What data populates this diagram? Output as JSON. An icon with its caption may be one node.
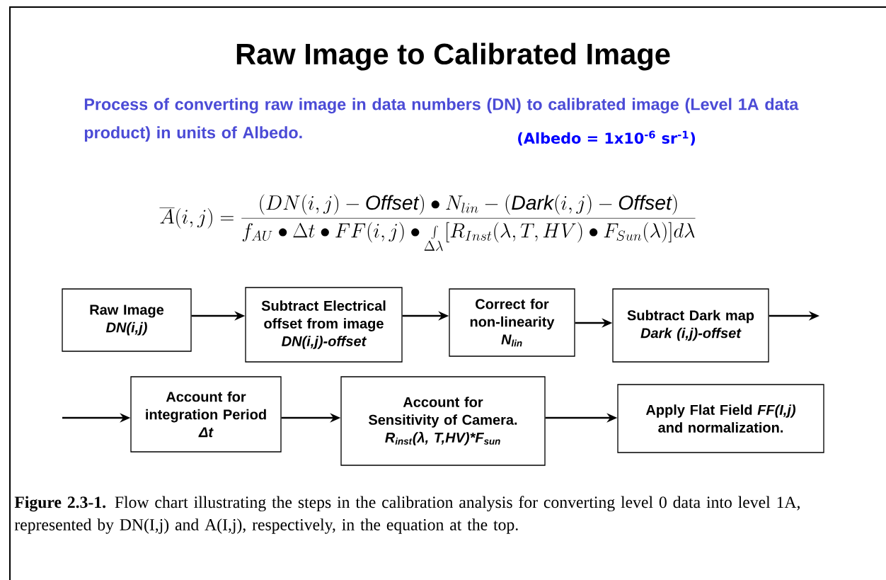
{
  "diagram": {
    "title": "Raw Image to Calibrated Image",
    "caption": "**Figure 2.3-1.** Flow chart illustrating the steps in the calibration analysis for converting level 0 data into level 1A, represented by DN(I,j) and A(I,j), respectively, in the equation at the top.",
    "nodes": [
      {
        "text": [
          "Raw Image",
          "DN(i,j)"
        ]
      },
      {
        "text": [
          "Subtract Electrical offset from image",
          "DN(i,j)-offset"
        ]
      },
      {
        "text": [
          "Correct for non-linearity",
          "N$_{lin}$"
        ]
      },
      {
        "text": [
          "Subtract Dark map",
          "Dark (i,j)-offset"
        ]
      },
      {
        "text": [
          "Account for integration Period",
          "Δt"
        ]
      },
      {
        "text": [
          "Account for Sensitivity of Camera.",
          "R$_{inst}$(λ, T,HV)*F$_{sun}$"
        ]
      },
      {
        "text": [
          "Apply Flat Field *FF(I,j)* and normalization."
        ]
      }
    ],
    "edges": [
      {
        "from": 0,
        "to": 1,
        "arrow": "to"
      },
      {
        "from": 1,
        "to": 2,
        "arrow": "to"
      },
      {
        "from": 2,
        "to": 3,
        "arrow": "to"
      },
      {
        "from": 3,
        "to": null,
        "arrow": "to"
      },
      {
        "from": null,
        "to": 4,
        "arrow": "to"
      },
      {
        "from": 4,
        "to": 5,
        "arrow": "to"
      },
      {
        "from": 5,
        "to": 6,
        "arrow": "to"
      }
    ],
    "labels": [
      "Process of converting raw image in data numbers (DN) to calibrated image (Level 1A data product) in units of Albedo.",
      "(Albedo = 1x10$^{-6}$ sr$^{-1}$)",
      "\\overline{A}(i,j)=\\frac{(DN(i,j)-\\mathit{Offset})\\bullet N_{lin}-(\\mathit{Dark}(i,j)-\\mathit{Offset})}{f_{AU}\\bullet\\Delta t\\bullet FF(i,j)\\bullet\\int\\limits_{\\Delta\\lambda}[R_{Inst}(\\lambda,T,HV)\\bullet F_{Sun}(\\lambda)]d\\lambda}"
    ]
  }
}
